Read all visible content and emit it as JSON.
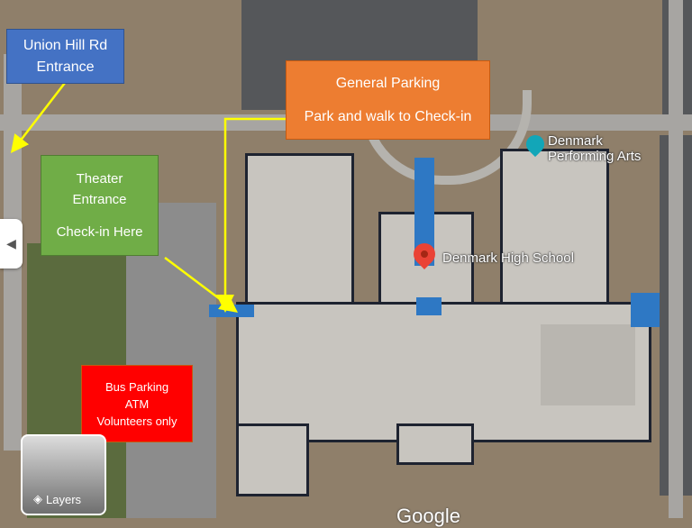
{
  "annotations": {
    "union_hill": {
      "line1": "Union Hill Rd",
      "line2": "Entrance",
      "color": "#4472c4"
    },
    "general_parking": {
      "line1": "General Parking",
      "line2": "Park and walk to Check-in",
      "color": "#ed7d31"
    },
    "theater": {
      "line1": "Theater",
      "line2": "Entrance",
      "line3": "Check-in Here",
      "color": "#70ad47"
    },
    "bus": {
      "line1": "Bus Parking",
      "line2": "ATM",
      "line3": "Volunteers only",
      "color": "#ff0000"
    }
  },
  "map": {
    "places": [
      {
        "name": "Denmark Performing Arts",
        "line1": "Denmark",
        "line2": "Performing Arts",
        "icon": "theater-pin-icon"
      },
      {
        "name": "Denmark High School",
        "icon": "red-pin-icon"
      }
    ],
    "layers_label": "Layers",
    "attribution": "Google",
    "arrow_color": "#ffff00"
  }
}
